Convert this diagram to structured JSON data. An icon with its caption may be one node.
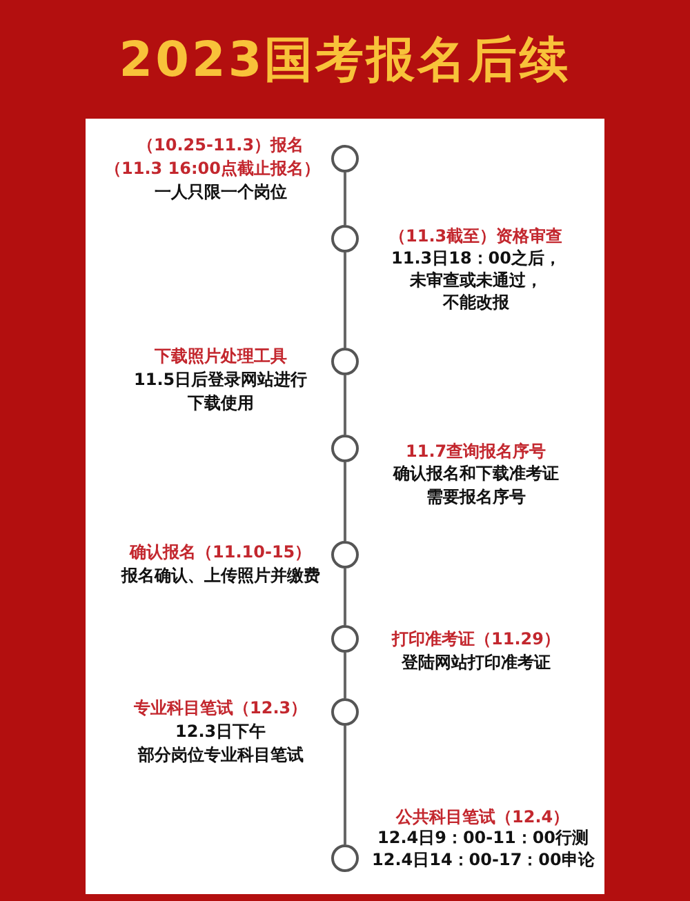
{
  "diagram": {
    "title": "2023国考报名后续",
    "nodes": [
      {
        "text": [],
        "shape": "circle",
        "beside": [
          "（10.25-11.3）报名",
          "（11.3 16:00点截止报名）",
          "一人只限一个岗位"
        ]
      },
      {
        "text": [],
        "shape": "circle",
        "beside": [
          "（11.3截至）资格审查",
          "11.3日18：00之后，",
          "未审查或未通过，",
          "不能改报"
        ]
      },
      {
        "text": [],
        "shape": "circle",
        "beside": [
          "下载照片处理工具",
          "11.5日后登录网站进行",
          "下载使用"
        ]
      },
      {
        "text": [],
        "shape": "circle",
        "beside": [
          "11.7查询报名序号",
          "确认报名和下载准考证",
          "需要报名序号"
        ]
      },
      {
        "text": [],
        "shape": "circle",
        "beside": [
          "确认报名（11.10-15）",
          "报名确认、上传照片并缴费"
        ]
      },
      {
        "text": [],
        "shape": "circle",
        "beside": [
          "打印准考证（11.29）",
          "登陆网站打印准考证"
        ]
      },
      {
        "text": [],
        "shape": "circle",
        "beside": [
          "专业科目笔试（12.3）",
          "12.3日下午",
          "部分岗位专业科目笔试"
        ]
      },
      {
        "text": [],
        "shape": "circle",
        "beside": [
          "公共科目笔试（12.4）",
          "12.4日9：00-11：00行测",
          "12.4日14：00-17：00申论"
        ]
      }
    ],
    "edges": [
      {
        "from": 0,
        "to": 1,
        "arrow": "none"
      },
      {
        "from": 1,
        "to": 2,
        "arrow": "none"
      },
      {
        "from": 2,
        "to": 3,
        "arrow": "none"
      },
      {
        "from": 3,
        "to": 4,
        "arrow": "none"
      },
      {
        "from": 4,
        "to": 5,
        "arrow": "none"
      },
      {
        "from": 5,
        "to": 6,
        "arrow": "none"
      },
      {
        "from": 6,
        "to": 7,
        "arrow": "none"
      }
    ]
  }
}
